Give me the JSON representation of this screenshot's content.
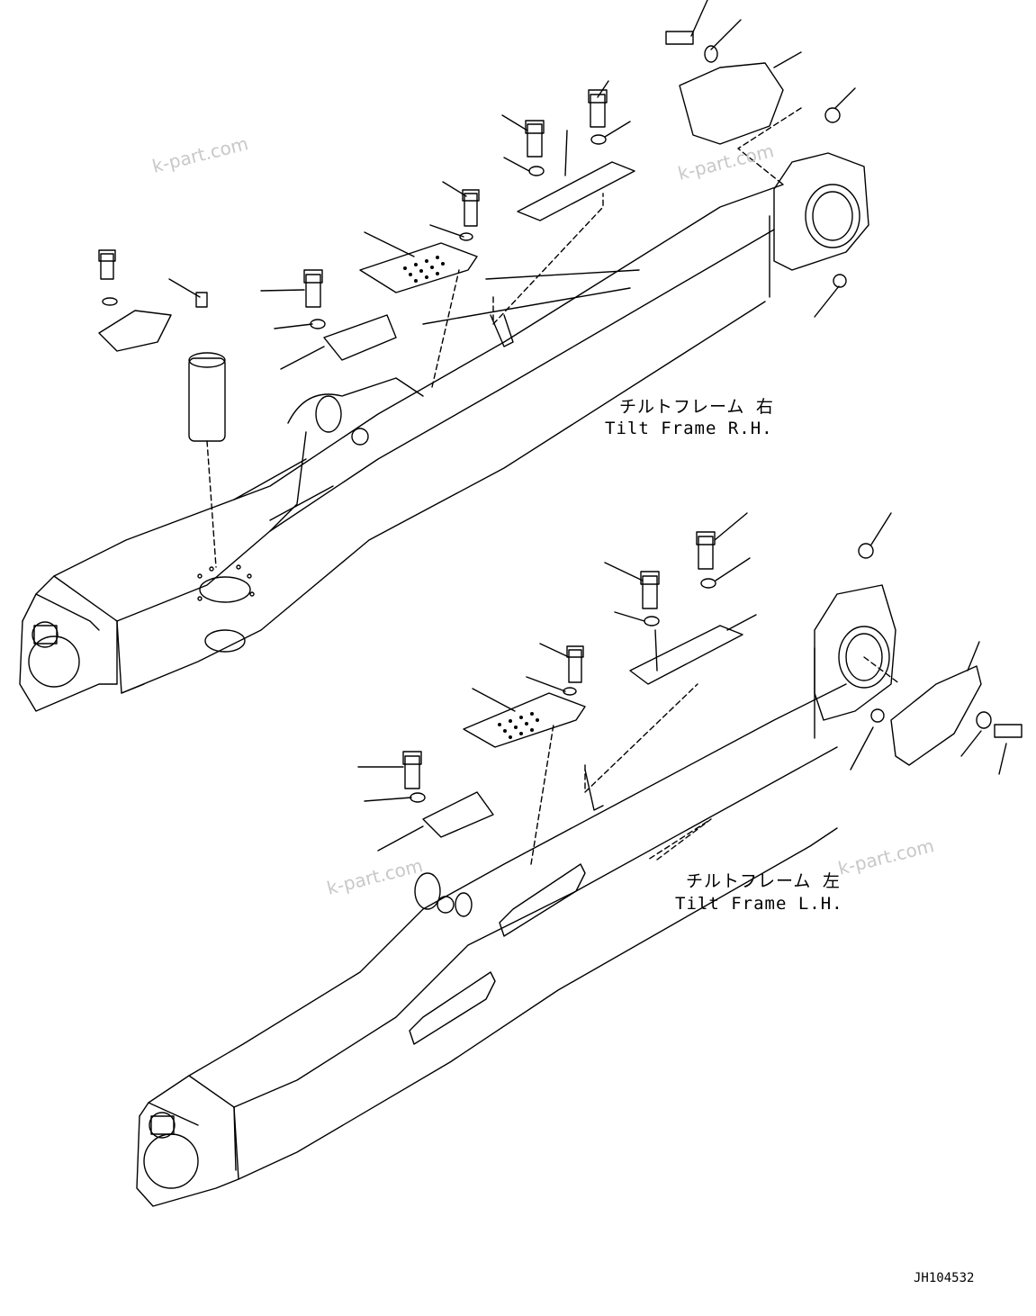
{
  "drawing": {
    "upper_assembly": {
      "label_jp": "チルトフレーム 右",
      "label_en": "Tilt Frame R.H."
    },
    "lower_assembly": {
      "label_jp": "チルトフレーム 左",
      "label_en": "Tilt Frame L.H."
    },
    "drawing_code": "JH104532",
    "watermarks": [
      "k-part.com",
      "k-part.com",
      "k-part.com",
      "k-part.com"
    ],
    "line_color": "#000000",
    "watermark_color": "#c8c8c8"
  }
}
